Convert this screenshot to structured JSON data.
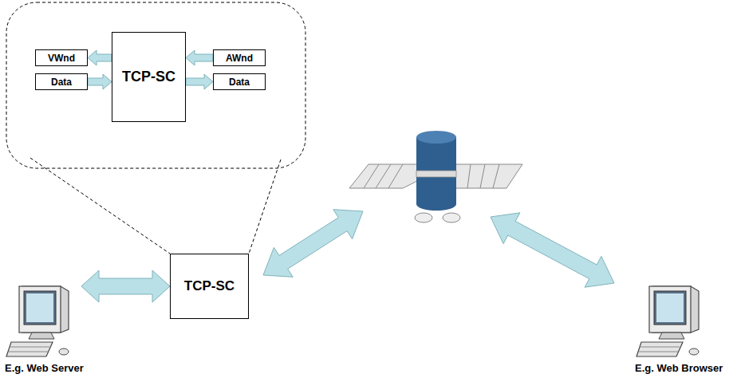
{
  "diagram": {
    "nodes": [
      {
        "text": [
          "TCP-SC"
        ]
      },
      {
        "text": [
          "VWnd"
        ]
      },
      {
        "text": [
          "Data"
        ]
      },
      {
        "text": [
          "AWnd"
        ]
      },
      {
        "text": [
          "Data"
        ]
      },
      {
        "text": [
          "TCP-SC"
        ]
      },
      {
        "text": [
          "E.g. Web Server"
        ]
      },
      {
        "text": [
          "E.g. Web Browser"
        ]
      }
    ],
    "edges": [
      {
        "from": 0,
        "to": 1,
        "arrow": "to"
      },
      {
        "from": 2,
        "to": 0,
        "arrow": "to"
      },
      {
        "from": 3,
        "to": 0,
        "arrow": "to"
      },
      {
        "from": 0,
        "to": 4,
        "arrow": "to"
      },
      {
        "from": 6,
        "to": 5,
        "arrow": "both"
      }
    ]
  }
}
